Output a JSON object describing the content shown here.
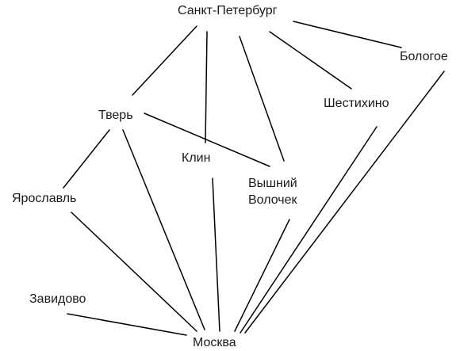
{
  "colors": {
    "background": "#ffffff",
    "line": "#000000",
    "text": "#1a1a1a"
  },
  "cities": {
    "spb": "Санкт-Петербург",
    "bologoe": "Бологое",
    "tver": "Тверь",
    "shestikhino": "Шестихино",
    "klin": "Клин",
    "vyshny_line1": "Вышний",
    "vyshny_line2": "Волочек",
    "yaroslavl": "Ярославль",
    "zavidovo": "Завидово",
    "moskva": "Москва"
  },
  "edges": [
    [
      "spb",
      "tver"
    ],
    [
      "spb",
      "klin"
    ],
    [
      "spb",
      "vyshny"
    ],
    [
      "spb",
      "shestikhino"
    ],
    [
      "spb",
      "bologoe"
    ],
    [
      "tver",
      "vyshny"
    ],
    [
      "tver",
      "yaroslavl"
    ],
    [
      "tver",
      "moskva"
    ],
    [
      "klin",
      "moskva"
    ],
    [
      "yaroslavl",
      "moskva"
    ],
    [
      "zavidovo",
      "moskva"
    ],
    [
      "vyshny",
      "moskva"
    ],
    [
      "shestikhino",
      "moskva"
    ],
    [
      "bologoe",
      "moskva"
    ]
  ]
}
